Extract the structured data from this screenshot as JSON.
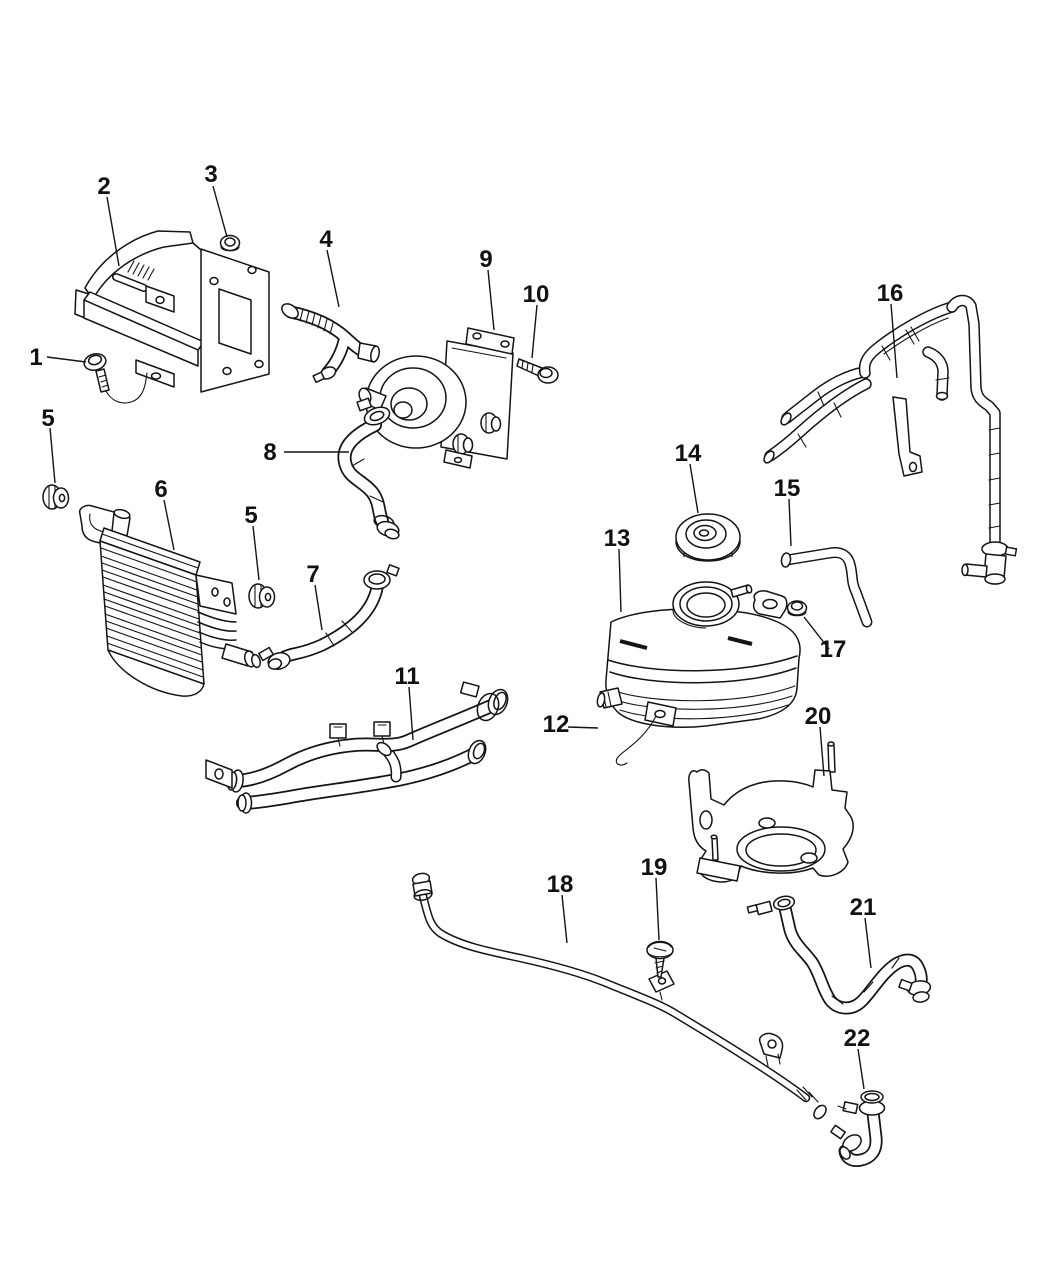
{
  "diagram": {
    "description": "coolant system parts diagram",
    "colors": {
      "background": "#ffffff",
      "line": "#141414",
      "label": "#111111"
    },
    "callouts": [
      {
        "id": "1",
        "label": "1"
      },
      {
        "id": "2",
        "label": "2"
      },
      {
        "id": "3",
        "label": "3"
      },
      {
        "id": "4",
        "label": "4"
      },
      {
        "id": "5a",
        "label": "5"
      },
      {
        "id": "5b",
        "label": "5"
      },
      {
        "id": "6",
        "label": "6"
      },
      {
        "id": "7",
        "label": "7"
      },
      {
        "id": "8",
        "label": "8"
      },
      {
        "id": "9",
        "label": "9"
      },
      {
        "id": "10",
        "label": "10"
      },
      {
        "id": "11",
        "label": "11"
      },
      {
        "id": "12",
        "label": "12"
      },
      {
        "id": "13",
        "label": "13"
      },
      {
        "id": "14",
        "label": "14"
      },
      {
        "id": "15",
        "label": "15"
      },
      {
        "id": "16",
        "label": "16"
      },
      {
        "id": "17",
        "label": "17"
      },
      {
        "id": "18",
        "label": "18"
      },
      {
        "id": "19",
        "label": "19"
      },
      {
        "id": "20",
        "label": "20"
      },
      {
        "id": "21",
        "label": "21"
      },
      {
        "id": "22",
        "label": "22"
      }
    ]
  }
}
